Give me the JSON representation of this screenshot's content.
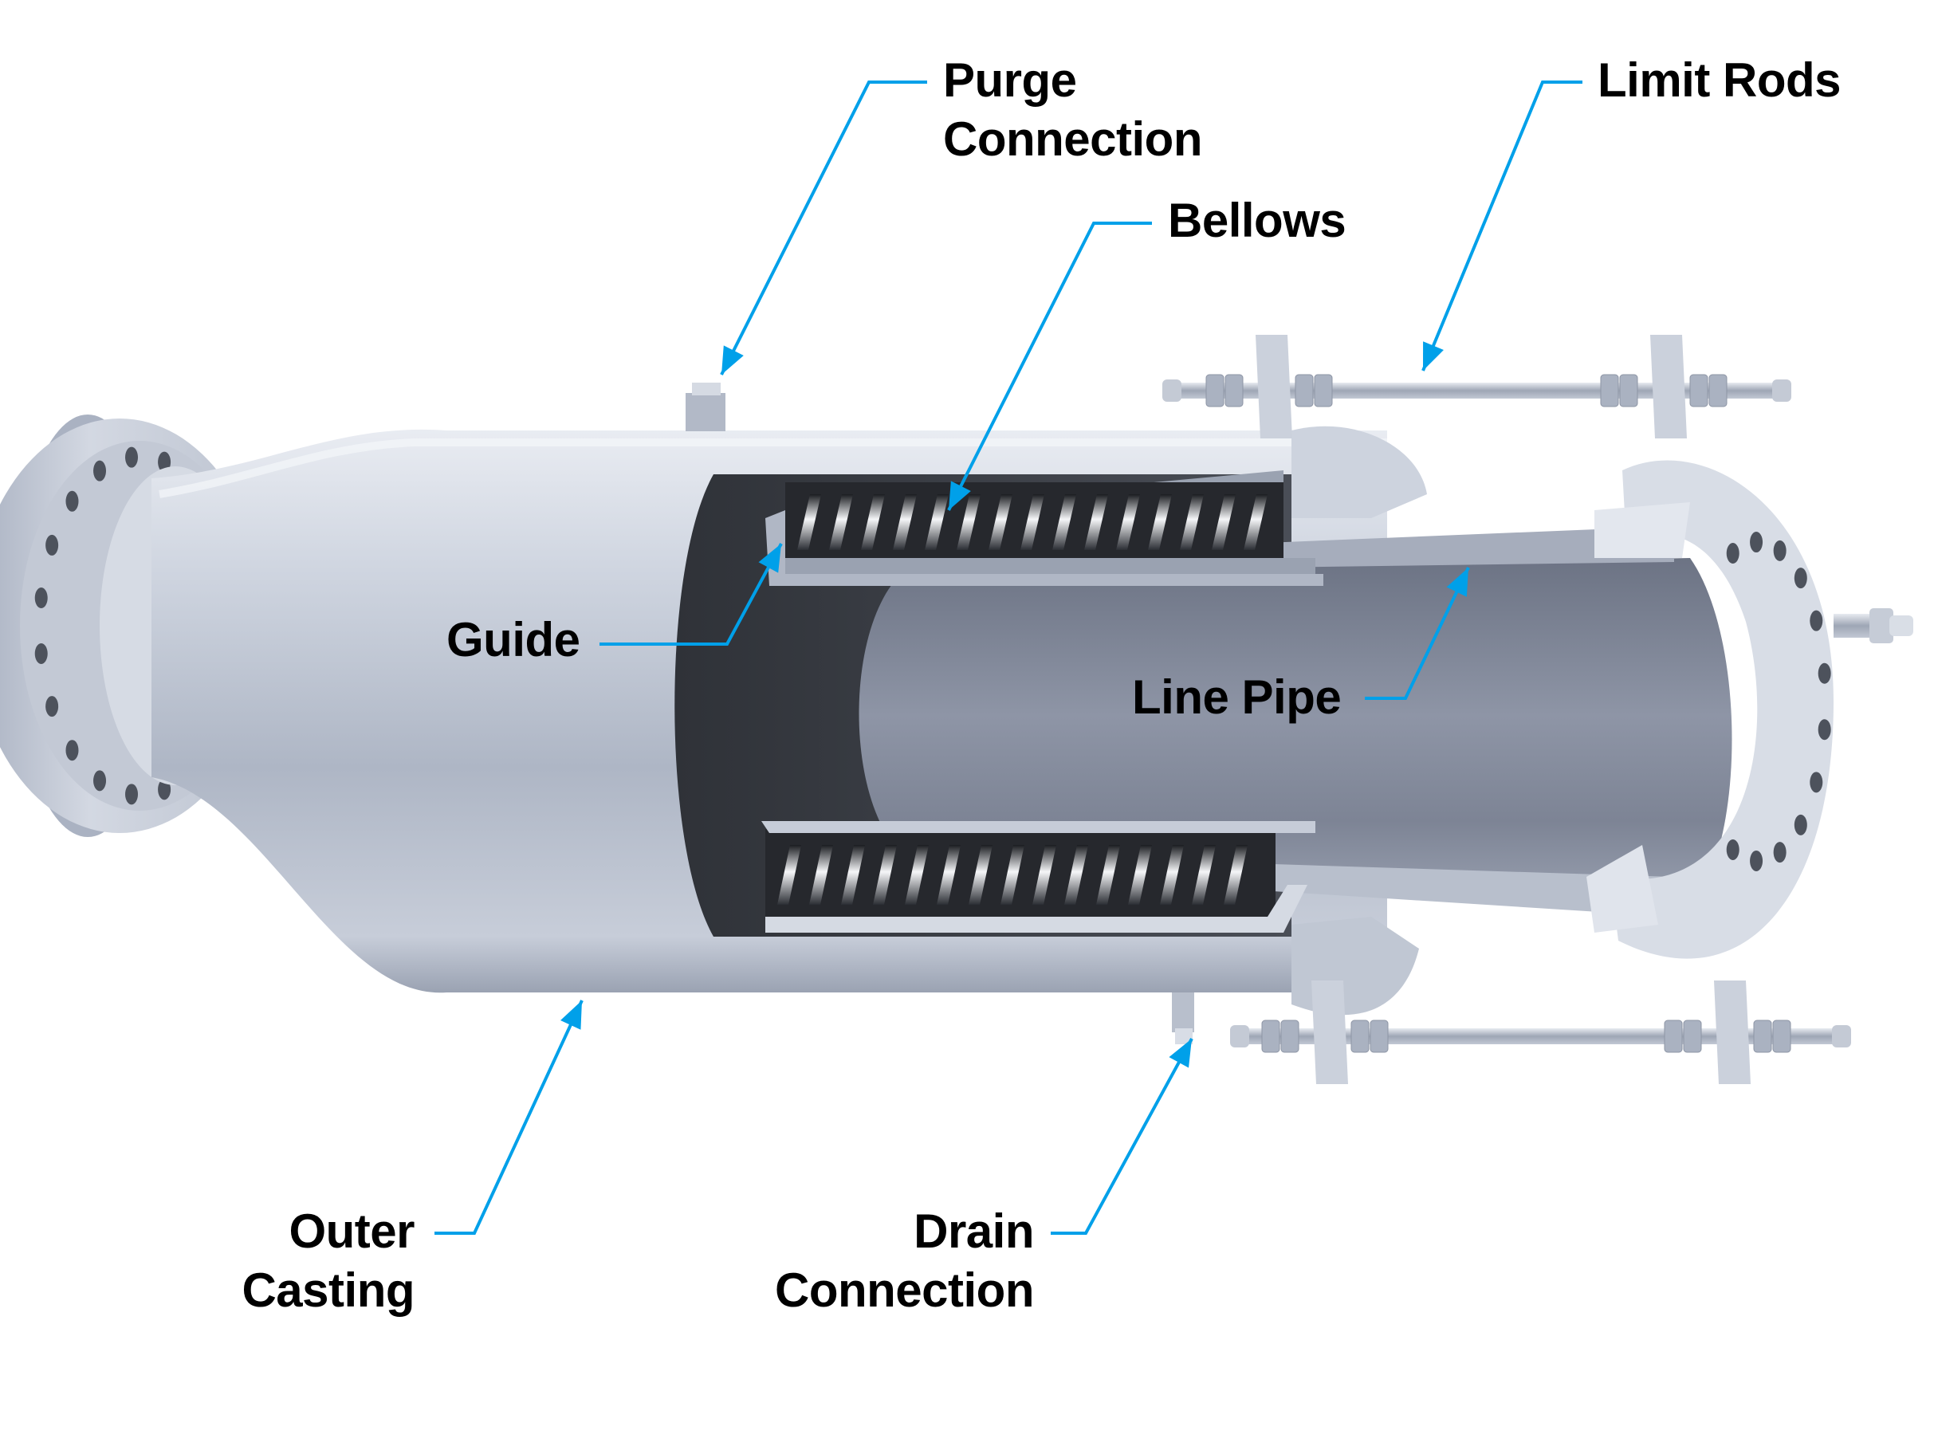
{
  "diagram": {
    "title": "Expansion joint cutaway",
    "leader_color": "#00a0e9",
    "text_color": "#000000",
    "metal_colors": {
      "light": "#dfe3ec",
      "mid": "#b4bccb",
      "dark": "#8a93a5",
      "cavity": "#3c3f46",
      "bore": "#7c8394"
    },
    "labels": [
      {
        "id": "purge",
        "lines": [
          "Purge",
          "Connection"
        ]
      },
      {
        "id": "limit",
        "lines": [
          "Limit Rods"
        ]
      },
      {
        "id": "bellows",
        "lines": [
          "Bellows"
        ]
      },
      {
        "id": "guide",
        "lines": [
          "Guide"
        ]
      },
      {
        "id": "linepipe",
        "lines": [
          "Line Pipe"
        ]
      },
      {
        "id": "outer",
        "lines": [
          "Outer",
          "Casting"
        ]
      },
      {
        "id": "drain",
        "lines": [
          "Drain",
          "Connection"
        ]
      }
    ]
  }
}
